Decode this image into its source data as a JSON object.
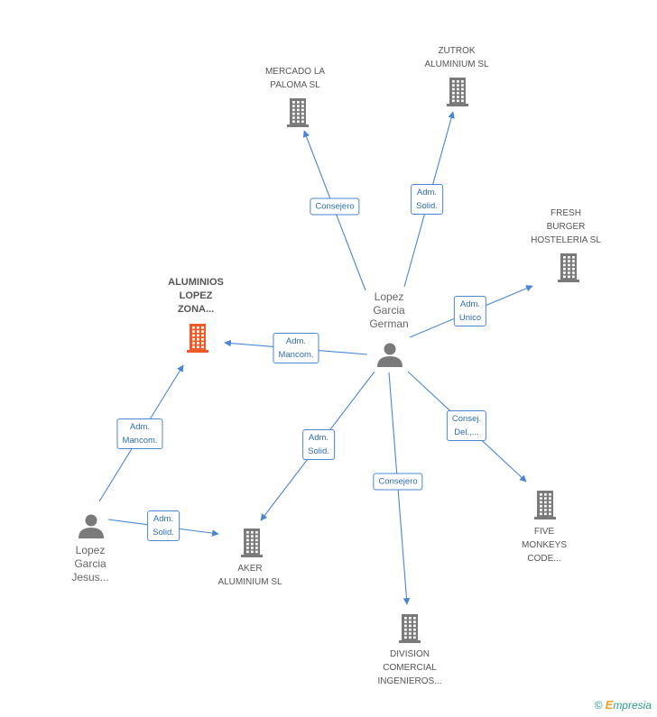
{
  "nodes": [
    {
      "id": "mercado",
      "kind": "company",
      "lines": [
        "MERCADO LA",
        "PALOMA SL"
      ]
    },
    {
      "id": "zutrok",
      "kind": "company",
      "lines": [
        "ZUTROK",
        "ALUMINIUM SL"
      ]
    },
    {
      "id": "fresh",
      "kind": "company",
      "lines": [
        "FRESH",
        "BURGER",
        "HOSTELERIA SL"
      ]
    },
    {
      "id": "aluminios",
      "kind": "company-main",
      "lines": [
        "ALUMINIOS",
        "LOPEZ",
        "ZONA..."
      ]
    },
    {
      "id": "german",
      "kind": "person",
      "lines": [
        "Lopez",
        "Garcia",
        "German"
      ]
    },
    {
      "id": "jesus",
      "kind": "person",
      "lines": [
        "Lopez",
        "Garcia",
        "Jesus..."
      ]
    },
    {
      "id": "aker",
      "kind": "company",
      "lines": [
        "AKER",
        "ALUMINIUM SL"
      ]
    },
    {
      "id": "five",
      "kind": "company",
      "lines": [
        "FIVE",
        "MONKEYS",
        "CODE..."
      ]
    },
    {
      "id": "division",
      "kind": "company",
      "lines": [
        "DIVISION",
        "COMERCIAL",
        "INGENIEROS..."
      ]
    }
  ],
  "edges": [
    {
      "from": "german",
      "to": "mercado",
      "lines": [
        "Consejero"
      ]
    },
    {
      "from": "german",
      "to": "zutrok",
      "lines": [
        "Adm.",
        "Solid."
      ]
    },
    {
      "from": "german",
      "to": "fresh",
      "lines": [
        "Adm.",
        "Unico"
      ]
    },
    {
      "from": "german",
      "to": "aluminios",
      "lines": [
        "Adm.",
        "Mancom."
      ]
    },
    {
      "from": "german",
      "to": "aker",
      "lines": [
        "Adm.",
        "Solid."
      ]
    },
    {
      "from": "german",
      "to": "division",
      "lines": [
        "Consejero"
      ]
    },
    {
      "from": "german",
      "to": "five",
      "lines": [
        "Consej.",
        "Del.,..."
      ]
    },
    {
      "from": "jesus",
      "to": "aluminios",
      "lines": [
        "Adm.",
        "Mancom."
      ]
    },
    {
      "from": "jesus",
      "to": "aker",
      "lines": [
        "Adm.",
        "Solid."
      ]
    }
  ],
  "colors": {
    "edge": "#4a86d4",
    "company_icon": "#7a7a7a",
    "main_company_icon": "#f05a28",
    "person_icon": "#7a7a7a",
    "label_text": "#555555"
  },
  "footer": {
    "copyright": "©",
    "brand_initial": "E",
    "brand_rest": "mpresia"
  }
}
